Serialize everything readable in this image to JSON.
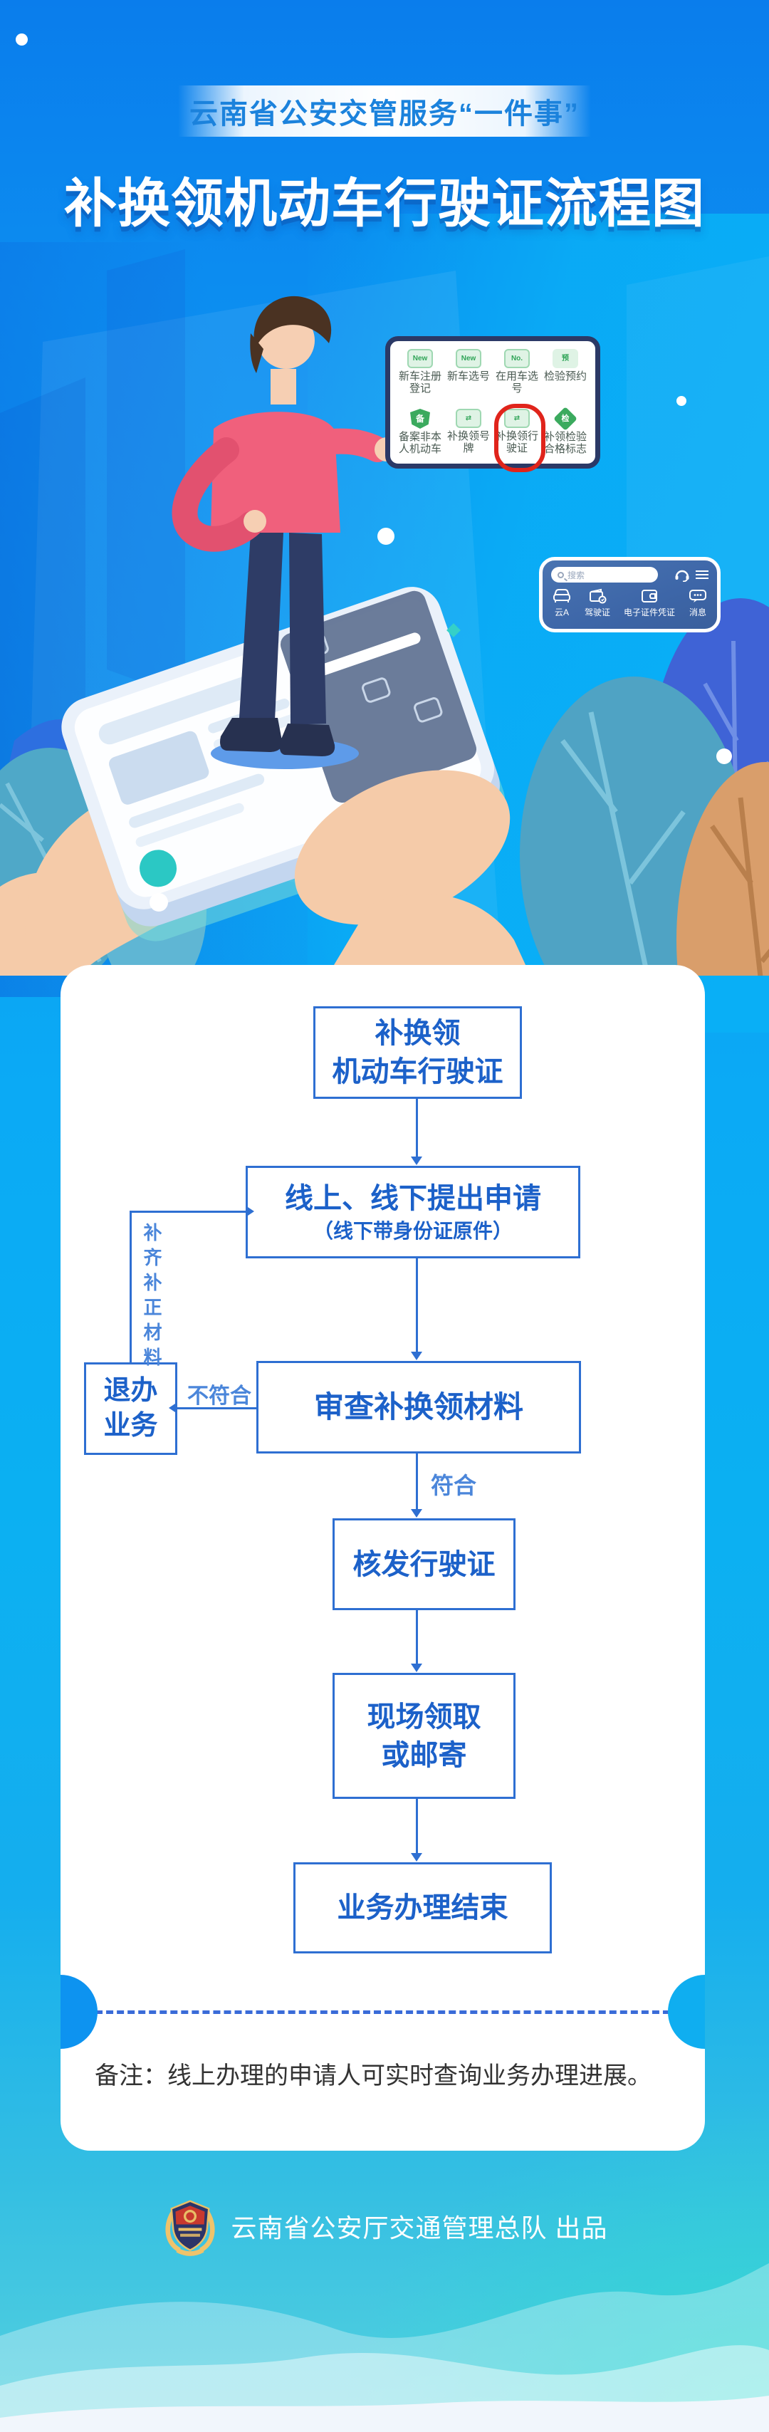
{
  "poster": {
    "badge": "云南省公安交管服务“一件事”",
    "title": "补换领机动车行驶证流程图",
    "footer": "云南省公安厅交通管理总队 出品"
  },
  "app_panel": {
    "items": [
      {
        "label": "新车注册\n登记",
        "badge": "New",
        "icon": "license-plate-new"
      },
      {
        "label": "新车选号",
        "badge": "New",
        "icon": "license-plate-new"
      },
      {
        "label": "在用车选号",
        "badge": "No.",
        "icon": "license-plate-number"
      },
      {
        "label": "检验预约",
        "badge": "预",
        "icon": "car-appointment"
      },
      {
        "label": "备案非本\n人机动车",
        "badge": "备",
        "icon": "shield-record"
      },
      {
        "label": "补换领号牌",
        "badge": "⇄",
        "icon": "plate-exchange"
      },
      {
        "label": "补换领行\n驶证",
        "badge": "⇄",
        "icon": "license-exchange",
        "highlighted": true
      },
      {
        "label": "补领检验\n合格标志",
        "badge": "检",
        "icon": "inspection-mark"
      }
    ]
  },
  "mini_panel": {
    "search_placeholder": "搜索",
    "items": [
      {
        "label": "云A",
        "icon": "car"
      },
      {
        "label": "驾驶证",
        "icon": "drivers-license"
      },
      {
        "label": "电子证件凭证",
        "icon": "wallet"
      },
      {
        "label": "消息",
        "icon": "message"
      }
    ]
  },
  "flowchart": {
    "step1": "补换领\n机动车行驶证",
    "step2_main": "线上、线下提出申请",
    "step2_sub": "（线下带身份证原件）",
    "step3": "审查补换领材料",
    "reject_box": "退办\n业务",
    "label_fail": "不符合",
    "label_pass": "符合",
    "loop_label": "补齐补正材料",
    "step4": "核发行驶证",
    "step5": "现场领取\n或邮寄",
    "step6": "业务办理结束",
    "remark": "备注：线上办理的申请人可实时查询业务办理进展。"
  },
  "colors": {
    "background_blue": "#0B86EF",
    "background_cyan": "#0BAFF5",
    "flow_blue": "#1C61C9",
    "flow_light_blue": "#4B86DA",
    "highlight_red": "#E0241B",
    "icon_green": "#3BAA5E",
    "panel_navy_border": "#2B3966",
    "mini_panel_blue": "#3E68AC",
    "teal_accent": "#2BC8C4"
  }
}
